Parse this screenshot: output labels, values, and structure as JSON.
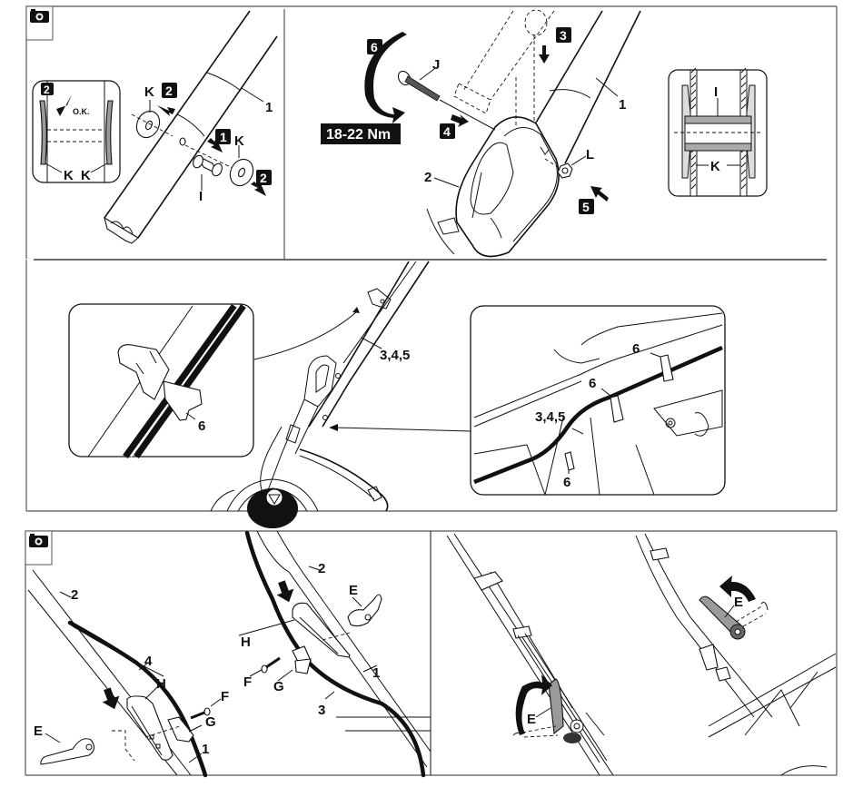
{
  "figure_top": {
    "icon": "camera-icon",
    "panel_left": {
      "inset": {
        "step_badge": "2",
        "ok_label": "O.K.",
        "check_icon": "check-icon",
        "labels": [
          "K",
          "K"
        ]
      },
      "callouts": {
        "tube": "1",
        "washer_left": "K",
        "washer_right": "K",
        "sleeve": "I"
      },
      "step_badges": [
        "2",
        "1",
        "2"
      ]
    },
    "panel_right": {
      "torque": "18-22 Nm",
      "callouts": {
        "bolt": "J",
        "tube": "1",
        "bracket": "2",
        "nut": "L"
      },
      "step_badges": [
        "6",
        "3",
        "4",
        "5"
      ],
      "section_inset": {
        "labels": [
          "I",
          "K"
        ]
      }
    },
    "panel_bottom": {
      "callouts": {
        "cable_main": "3,4,5",
        "clip_left": "6",
        "clips_right": [
          "6",
          "6",
          "6"
        ],
        "cable_right": "3,4,5"
      }
    }
  },
  "figure_bottom": {
    "icon": "camera-icon",
    "panel_left": {
      "callouts_a": {
        "upper_tube": "2",
        "cable": "4",
        "cover": "H",
        "screw": "F",
        "clamp": "G",
        "lower_tube": "1",
        "lever": "E"
      },
      "callouts_b": {
        "upper_tube": "2",
        "lever": "E",
        "cover": "H",
        "screw": "F",
        "clamp": "G",
        "lower_tube": "1",
        "cable": "3"
      }
    },
    "panel_right": {
      "callouts": {
        "lever_left": "E",
        "lever_right": "E"
      }
    }
  }
}
